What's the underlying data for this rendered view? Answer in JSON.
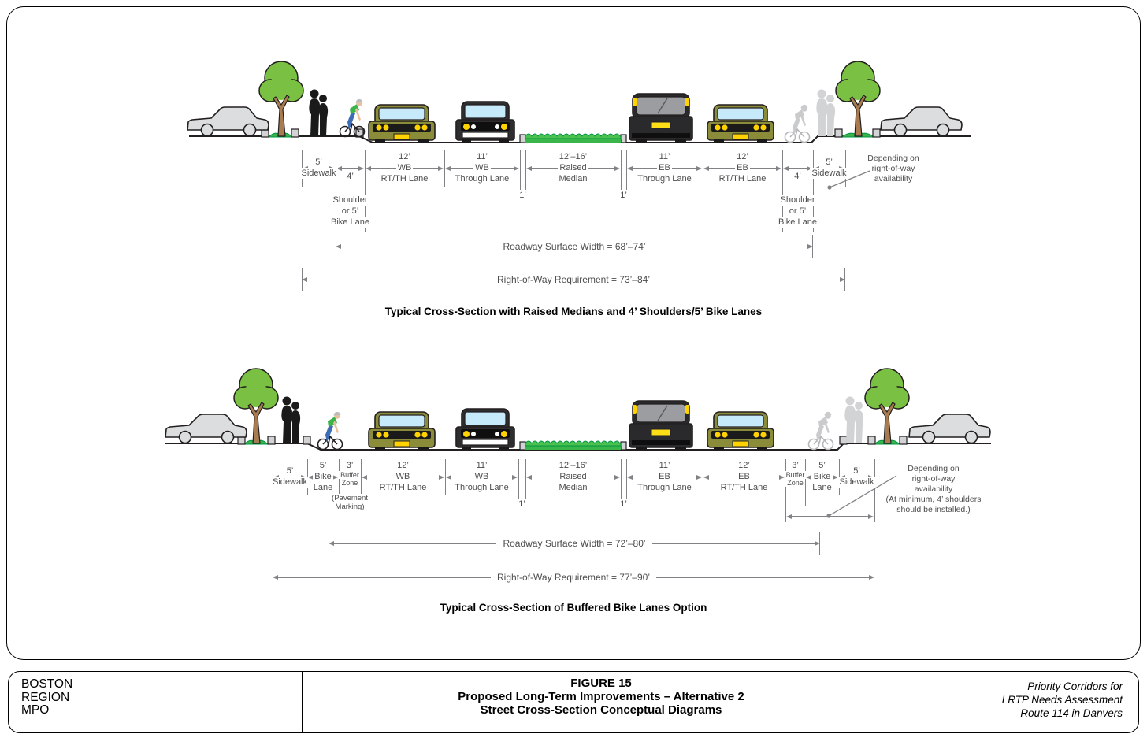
{
  "colors": {
    "line_black": "#231F20",
    "dimension_gray": "#808285",
    "label_gray": "#4D4D4F",
    "tree_green": "#7AC143",
    "grass_green": "#39B54A",
    "car_olive": "#8A8C3A",
    "window_blue": "#C7EAFB",
    "light_yellow": "#FFD200"
  },
  "top_diagram": {
    "segments": [
      {
        "lines": [
          "5’",
          "Sidewalk"
        ]
      },
      {
        "lines": [
          "4’"
        ],
        "sub": [
          "Shoulder",
          "or 5’",
          "Bike Lane"
        ]
      },
      {
        "lines": [
          "12’",
          "WB",
          "RT/TH Lane"
        ]
      },
      {
        "lines": [
          "11’",
          "WB",
          "Through Lane"
        ]
      },
      {
        "lines": [
          "1’"
        ]
      },
      {
        "lines": [
          "12’–16’",
          "Raised",
          "Median"
        ]
      },
      {
        "lines": [
          "1’"
        ]
      },
      {
        "lines": [
          "11’",
          "EB",
          "Through Lane"
        ]
      },
      {
        "lines": [
          "12’",
          "EB",
          "RT/TH Lane"
        ]
      },
      {
        "lines": [
          "4’"
        ],
        "sub": [
          "Shoulder",
          "or 5’",
          "Bike Lane"
        ]
      },
      {
        "lines": [
          "5’",
          "Sidewalk"
        ]
      }
    ],
    "note_lines": [
      "Depending on",
      "right-of-way",
      "availability"
    ],
    "roadway_width_label": "Roadway Surface Width = 68’–74’",
    "row_label": "Right-of-Way Requirement = 73’–84’",
    "caption": "Typical Cross-Section with Raised Medians and 4’ Shoulders/5’ Bike Lanes"
  },
  "bottom_diagram": {
    "segments": [
      {
        "lines": [
          "5’",
          "Sidewalk"
        ]
      },
      {
        "lines": [
          "5’",
          "Bike",
          "Lane"
        ]
      },
      {
        "lines": [
          "3’"
        ],
        "sub": [
          "Buffer",
          "Zone"
        ],
        "note": [
          "(Pavement",
          "Marking)"
        ]
      },
      {
        "lines": [
          "12’",
          "WB",
          "RT/TH Lane"
        ]
      },
      {
        "lines": [
          "11’",
          "WB",
          "Through Lane"
        ]
      },
      {
        "lines": [
          "1’"
        ]
      },
      {
        "lines": [
          "12’–16’",
          "Raised",
          "Median"
        ]
      },
      {
        "lines": [
          "1’"
        ]
      },
      {
        "lines": [
          "11’",
          "EB",
          "Through Lane"
        ]
      },
      {
        "lines": [
          "12’",
          "EB",
          "RT/TH Lane"
        ]
      },
      {
        "lines": [
          "3’"
        ],
        "sub": [
          "Buffer",
          "Zone"
        ]
      },
      {
        "lines": [
          "5’",
          "Bike",
          "Lane"
        ]
      },
      {
        "lines": [
          "5’",
          "Sidewalk"
        ]
      }
    ],
    "note_lines": [
      "Depending on",
      "right-of-way",
      "availability",
      "(At minimum, 4’ shoulders",
      "should be installed.)"
    ],
    "roadway_width_label": "Roadway Surface Width = 72’–80’",
    "row_label": "Right-of-Way Requirement = 77’–90’",
    "caption": "Typical Cross-Section of Buffered Bike Lanes Option"
  },
  "footer": {
    "org_lines": [
      "BOSTON",
      "REGION",
      "MPO"
    ],
    "title_lines": [
      "FIGURE 15",
      "Proposed Long-Term Improvements – Alternative 2",
      "Street Cross-Section Conceptual Diagrams"
    ],
    "project_lines": [
      "Priority Corridors for",
      "LRTP Needs Assessment",
      "Route 114 in Danvers"
    ]
  }
}
